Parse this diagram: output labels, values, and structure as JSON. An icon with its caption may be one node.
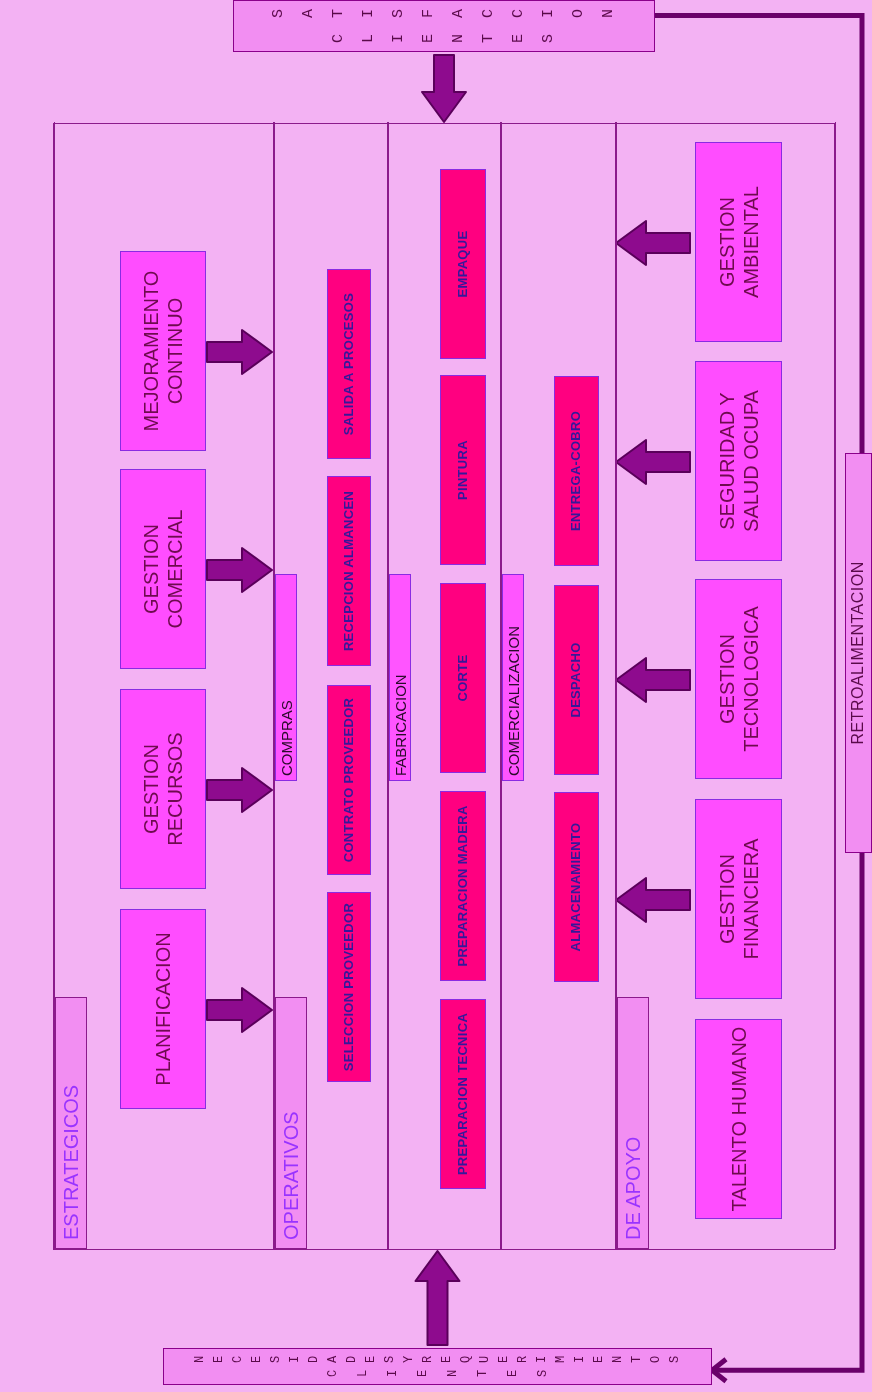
{
  "diagram": {
    "nodes": [
      {
        "text": [
          "SATISFACCION",
          "CLIENTES"
        ]
      },
      {
        "text": [],
        "shape": "box"
      },
      {
        "text": [],
        "shape": "band",
        "in": 1
      },
      {
        "text": [
          "ESTRATEGICOS"
        ],
        "in": 2
      },
      {
        "text": [
          "COMPRAS"
        ],
        "in": 1
      },
      {
        "text": [
          "OPERATIVOS"
        ],
        "in": 4
      },
      {
        "text": [
          "FABRICACION"
        ],
        "in": 1
      },
      {
        "text": [
          "COMERCIALIZACION"
        ],
        "in": 1
      },
      {
        "text": [],
        "shape": "band",
        "in": 1
      },
      {
        "text": [
          "DE APOYO"
        ],
        "in": 8
      },
      {
        "text": [
          "PLANIFICACION"
        ],
        "in": 2
      },
      {
        "text": [
          "GESTION RECURSOS"
        ],
        "in": 2
      },
      {
        "text": [
          "GESTION COMERCIAL"
        ],
        "in": 2
      },
      {
        "text": [
          "MEJORAMIENTO CONTINUO"
        ],
        "in": 2
      },
      {
        "text": [
          "SELECCION PROVEEDOR"
        ],
        "in": 4
      },
      {
        "text": [
          "CONTRATO PROVEEDOR"
        ],
        "in": 4
      },
      {
        "text": [
          "RECEPCION ALMANCEN"
        ],
        "in": 4
      },
      {
        "text": [
          "SALIDA A PROCESOS"
        ],
        "in": 4
      },
      {
        "text": [
          "PREPARACION TECNICA"
        ],
        "in": 6
      },
      {
        "text": [
          "PREPARACION MADERA"
        ],
        "in": 6
      },
      {
        "text": [
          "CORTE"
        ],
        "in": 6
      },
      {
        "text": [
          "PINTURA"
        ],
        "in": 6
      },
      {
        "text": [
          "EMPAQUE"
        ],
        "in": 6
      },
      {
        "text": [
          "ALMACENAMIENTO"
        ],
        "in": 7
      },
      {
        "text": [
          "DESPACHO"
        ],
        "in": 7
      },
      {
        "text": [
          "ENTREGA-COBRO"
        ],
        "in": 7
      },
      {
        "text": [
          "TALENTO HUMANO"
        ],
        "in": 8
      },
      {
        "text": [
          "GESTION FINANCIERA"
        ],
        "in": 8
      },
      {
        "text": [
          "GESTION TECNOLOGICA"
        ],
        "in": 8
      },
      {
        "text": [
          "SEGURIDAD Y SALUD OCUPA"
        ],
        "in": 8
      },
      {
        "text": [
          "GESTION AMBIENTAL"
        ],
        "in": 8
      },
      {
        "text": [
          "NECESIDADES Y REQUERIMIENTOS",
          "CLIENTES"
        ]
      }
    ],
    "edges": [
      {
        "from": 0,
        "to": 1,
        "arrow": "to",
        "style": "thick"
      },
      {
        "from": 31,
        "to": 1,
        "arrow": "to",
        "style": "thick"
      },
      {
        "from": 10,
        "to": 4,
        "arrow": "to",
        "style": "thick"
      },
      {
        "from": 11,
        "to": 4,
        "arrow": "to",
        "style": "thick"
      },
      {
        "from": 12,
        "to": 4,
        "arrow": "to",
        "style": "thick"
      },
      {
        "from": 13,
        "to": 4,
        "arrow": "to",
        "style": "thick"
      },
      {
        "from": 27,
        "to": 7,
        "arrow": "to",
        "style": "thick"
      },
      {
        "from": 28,
        "to": 7,
        "arrow": "to",
        "style": "thick"
      },
      {
        "from": 29,
        "to": 7,
        "arrow": "to",
        "style": "thick"
      },
      {
        "from": 30,
        "to": 7,
        "arrow": "to",
        "style": "thick"
      },
      {
        "from": 0,
        "to": 31,
        "arrow": "to",
        "label": "RETROALIMENTACION"
      }
    ]
  }
}
